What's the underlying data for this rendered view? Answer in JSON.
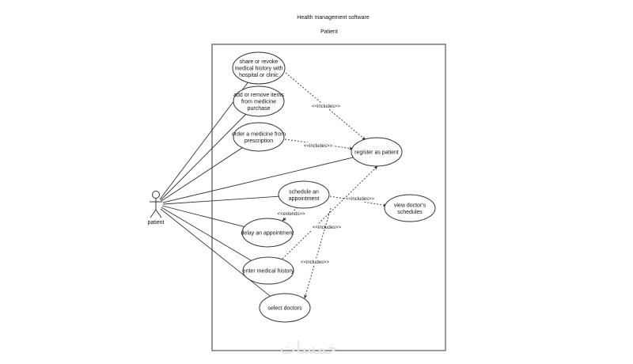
{
  "diagram": {
    "title": "Health management software",
    "system_boundary_label": "Patient",
    "actor": {
      "id": "patient",
      "label": "patient"
    },
    "use_cases": [
      {
        "id": "share",
        "lines": [
          "share or revoke",
          "medical history with",
          "hospital or clinic"
        ]
      },
      {
        "id": "addremove",
        "lines": [
          "add or remove items",
          "from medicine",
          "purchase"
        ]
      },
      {
        "id": "order",
        "lines": [
          "order a medicine from",
          "prescription"
        ]
      },
      {
        "id": "register",
        "lines": [
          "register as patient"
        ]
      },
      {
        "id": "schedule",
        "lines": [
          "schedule an",
          "appointment"
        ]
      },
      {
        "id": "viewsched",
        "lines": [
          "view doctor's",
          "schedules"
        ]
      },
      {
        "id": "delay",
        "lines": [
          "delay an appointment"
        ]
      },
      {
        "id": "enter",
        "lines": [
          "enter medical history"
        ]
      },
      {
        "id": "select",
        "lines": [
          "select doctors"
        ]
      }
    ],
    "associations": [
      {
        "from": "patient",
        "to": "share"
      },
      {
        "from": "patient",
        "to": "addremove"
      },
      {
        "from": "patient",
        "to": "order"
      },
      {
        "from": "patient",
        "to": "register"
      },
      {
        "from": "patient",
        "to": "schedule"
      },
      {
        "from": "patient",
        "to": "delay"
      },
      {
        "from": "patient",
        "to": "enter"
      },
      {
        "from": "patient",
        "to": "select"
      }
    ],
    "relationships": [
      {
        "id": "rel-share-register",
        "from": "share",
        "to": "register",
        "label": "<<includes>>"
      },
      {
        "id": "rel-order-register",
        "from": "order",
        "to": "register",
        "label": "<<includes>>"
      },
      {
        "id": "rel-schedule-view",
        "from": "schedule",
        "to": "viewsched",
        "label": "<<includes>>"
      },
      {
        "id": "rel-schedule-delay",
        "from": "schedule",
        "to": "delay",
        "label": "<<extends>>"
      },
      {
        "id": "rel-enter-register",
        "from": "enter",
        "to": "register",
        "label": "<<includes>>"
      },
      {
        "id": "rel-schedule-select",
        "from": "schedule",
        "to": "select",
        "label": "<<includes>>"
      }
    ]
  },
  "watermark": "خمسات",
  "colors": {
    "stroke": "#333333",
    "boundary": "#555555",
    "text": "#111111",
    "watermark": "#e6e6e6"
  }
}
